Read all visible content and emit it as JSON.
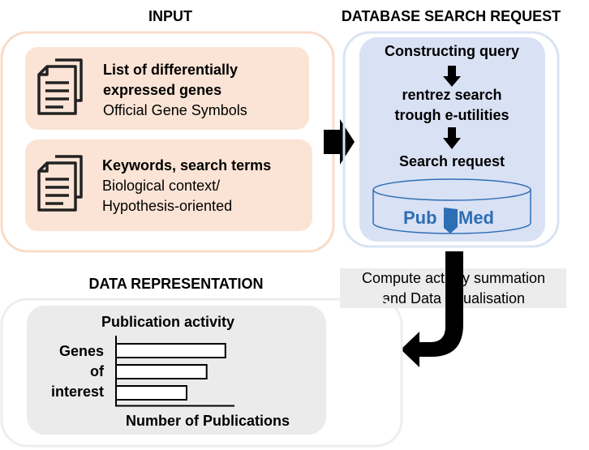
{
  "input": {
    "heading": "INPUT",
    "card1": {
      "title_line1": "List of differentially",
      "title_line2": "expressed genes",
      "subtitle": "Official Gene Symbols",
      "icon": "document-icon"
    },
    "card2": {
      "title": "Keywords, search terms",
      "subtitle_line1": "Biological context/",
      "subtitle_line2": "Hypothesis-oriented",
      "icon": "document-icon"
    }
  },
  "database": {
    "heading": "DATABASE SEARCH REQUEST",
    "step1": "Constructing query",
    "step2_line1": "rentrez search",
    "step2_line2": "trough e-utilities",
    "step3": "Search request",
    "logo_text_left": "Pub",
    "logo_text_right": "Med"
  },
  "compute": {
    "line1": "Compute activity summation",
    "line2": "and Data visualisation"
  },
  "representation": {
    "heading": "DATA REPRESENTATION",
    "chart_title": "Publication activity",
    "ylabel_line1": "Genes",
    "ylabel_line2": "of",
    "ylabel_line3": "interest",
    "xlabel": "Number of Publications"
  },
  "chart_data": {
    "type": "bar",
    "orientation": "horizontal",
    "title": "Publication activity",
    "ylabel": "Genes of interest",
    "xlabel": "Number of Publications",
    "categories": [],
    "values": [
      0.93,
      0.77,
      0.6
    ]
  },
  "colors": {
    "input_border": "#f8dcc8",
    "input_card": "#fbe4d5",
    "db_border": "#dae3f3",
    "db_inner": "#d9e1f4",
    "gray_border": "#eeeeee",
    "gray_inner": "#ebebeb",
    "compute_box": "#ececec",
    "pubmed_blue": "#2e6eb5"
  }
}
